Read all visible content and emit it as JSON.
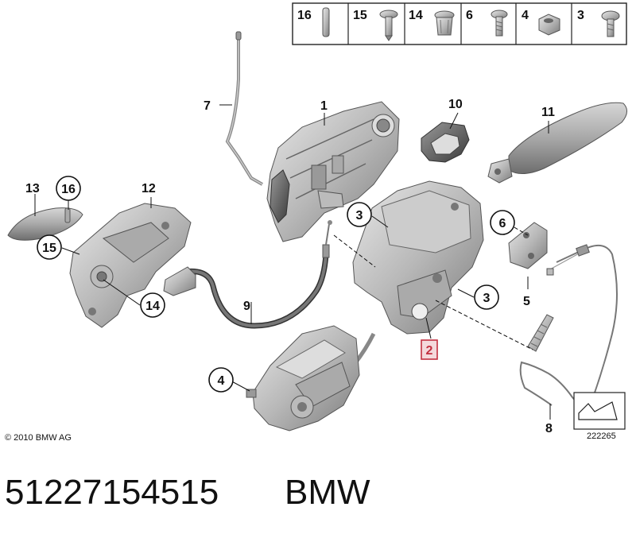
{
  "header_parts": [
    {
      "label": "16",
      "icon": "pin-icon"
    },
    {
      "label": "15",
      "icon": "torx-screw-large-icon"
    },
    {
      "label": "14",
      "icon": "expanding-nut-icon"
    },
    {
      "label": "6",
      "icon": "screw-icon"
    },
    {
      "label": "4",
      "icon": "hex-nut-icon"
    },
    {
      "label": "3",
      "icon": "torx-screw-icon"
    }
  ],
  "callouts": {
    "c1": "1",
    "c2": "2",
    "c3a": "3",
    "c3b": "3",
    "c4": "4",
    "c5": "5",
    "c6": "6",
    "c7": "7",
    "c8": "8",
    "c9": "9",
    "c10": "10",
    "c11": "11",
    "c12": "12",
    "c13": "13",
    "c14": "14",
    "c15": "15",
    "c16": "16"
  },
  "copyright": "© 2010 BMW AG",
  "reference_number": "222265",
  "part_number": "51227154515",
  "brand": "BMW",
  "colors": {
    "highlight": "#c23040",
    "ink": "#111111"
  }
}
